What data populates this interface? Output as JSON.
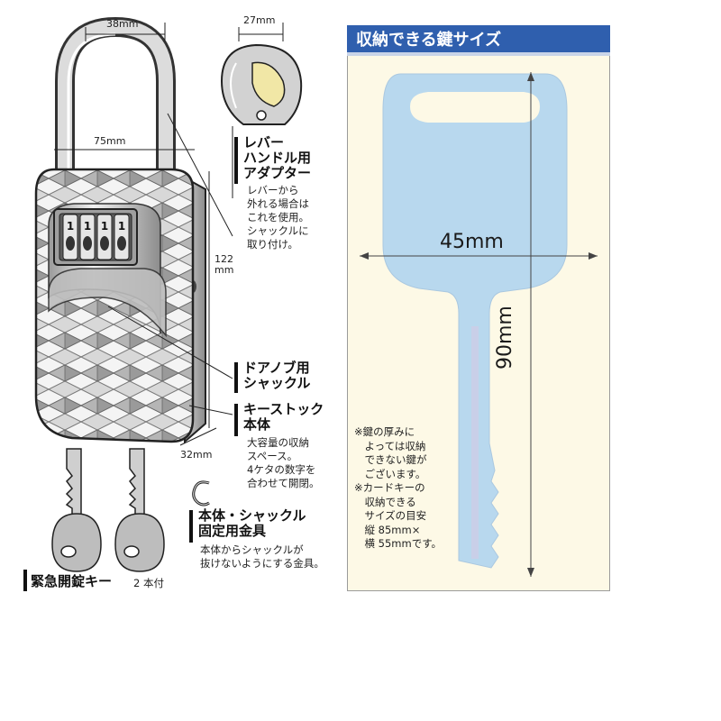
{
  "lock": {
    "dims": {
      "shackle_width": "38mm",
      "adapter_width": "27mm",
      "body_width": "75mm",
      "height": "122\nmm",
      "depth": "32mm"
    },
    "adapter": {
      "title_lines": [
        "レバー",
        "ハンドル用",
        "アダプター"
      ],
      "desc_lines": [
        "レバーから",
        "外れる場合は",
        "これを使用。",
        "シャックルに",
        "取り付け。"
      ]
    },
    "shackle_label_lines": [
      "ドアノブ用",
      "シャックル"
    ],
    "body": {
      "title_lines": [
        "キーストック",
        "本体"
      ],
      "desc_lines": [
        "大容量の収納",
        "スペース。",
        "4ケタの数字を",
        "合わせて開閉。"
      ]
    },
    "clip": {
      "title_lines": [
        "本体・シャックル",
        "固定用金具"
      ],
      "desc_lines": [
        "本体からシャックルが",
        "抜けないようにする金具。"
      ]
    },
    "emergency_key": {
      "label": "緊急開錠キー",
      "count": "2 本付"
    },
    "dial_digits": [
      "1",
      "1",
      "1",
      "1"
    ]
  },
  "key_size": {
    "title": "収納できる鍵サイズ",
    "width_label": "45mm",
    "length_label": "90mm",
    "note_lines": [
      "※鍵の厚みに",
      "　よっては収納",
      "　できない鍵が",
      "　ございます。",
      "※カードキーの",
      "　収納できる",
      "　サイズの目安",
      "　縦 85mm×",
      "　横 55mmです。"
    ]
  },
  "colors": {
    "title_bar": "#2f5fae",
    "panel_bg": "#fdf9e6",
    "key_fill": "#b8d8ee",
    "key_blade_stripe": "#c9cfe8"
  }
}
